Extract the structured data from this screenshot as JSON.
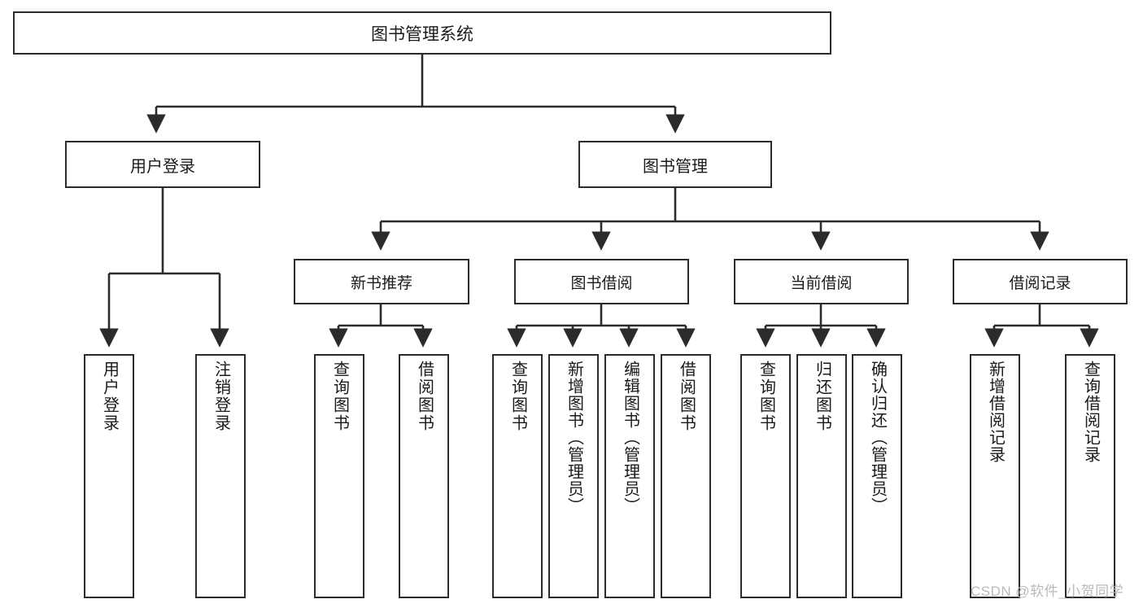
{
  "diagram": {
    "title": "图书管理系统",
    "type": "tree",
    "root": {
      "id": "root",
      "label": "图书管理系统"
    },
    "level2": [
      {
        "id": "user-login",
        "label": "用户登录"
      },
      {
        "id": "book-manage",
        "label": "图书管理"
      }
    ],
    "level3": [
      {
        "id": "new-book-rec",
        "label": "新书推荐",
        "parent": "book-manage"
      },
      {
        "id": "book-borrow",
        "label": "图书借阅",
        "parent": "book-manage"
      },
      {
        "id": "current-borrow",
        "label": "当前借阅",
        "parent": "book-manage"
      },
      {
        "id": "borrow-record",
        "label": "借阅记录",
        "parent": "book-manage"
      }
    ],
    "leaves": [
      {
        "id": "leaf-user-login",
        "label": "用户登录",
        "parent": "user-login"
      },
      {
        "id": "leaf-user-logout",
        "label": "注销登录",
        "parent": "user-login"
      },
      {
        "id": "leaf-query-book-1",
        "label": "查询图书",
        "parent": "new-book-rec"
      },
      {
        "id": "leaf-borrow-book-1",
        "label": "借阅图书",
        "parent": "new-book-rec"
      },
      {
        "id": "leaf-query-book-2",
        "label": "查询图书",
        "parent": "book-borrow"
      },
      {
        "id": "leaf-add-book",
        "label": "新增图书（管理员）",
        "parent": "book-borrow"
      },
      {
        "id": "leaf-edit-book",
        "label": "编辑图书（管理员）",
        "parent": "book-borrow"
      },
      {
        "id": "leaf-borrow-book-2",
        "label": "借阅图书",
        "parent": "book-borrow"
      },
      {
        "id": "leaf-query-book-3",
        "label": "查询图书",
        "parent": "current-borrow"
      },
      {
        "id": "leaf-return-book",
        "label": "归还图书",
        "parent": "current-borrow"
      },
      {
        "id": "leaf-confirm-return",
        "label": "确认归还（管理员）",
        "parent": "current-borrow"
      },
      {
        "id": "leaf-add-record",
        "label": "新增借阅记录",
        "parent": "borrow-record"
      },
      {
        "id": "leaf-query-record",
        "label": "查询借阅记录",
        "parent": "borrow-record"
      }
    ],
    "watermark": "CSDN @软件_小贺同学",
    "colors": {
      "stroke": "#2b2b2b",
      "fill": "#ffffff",
      "text": "#1a1a1a",
      "watermark": "#b9b9b9"
    }
  }
}
